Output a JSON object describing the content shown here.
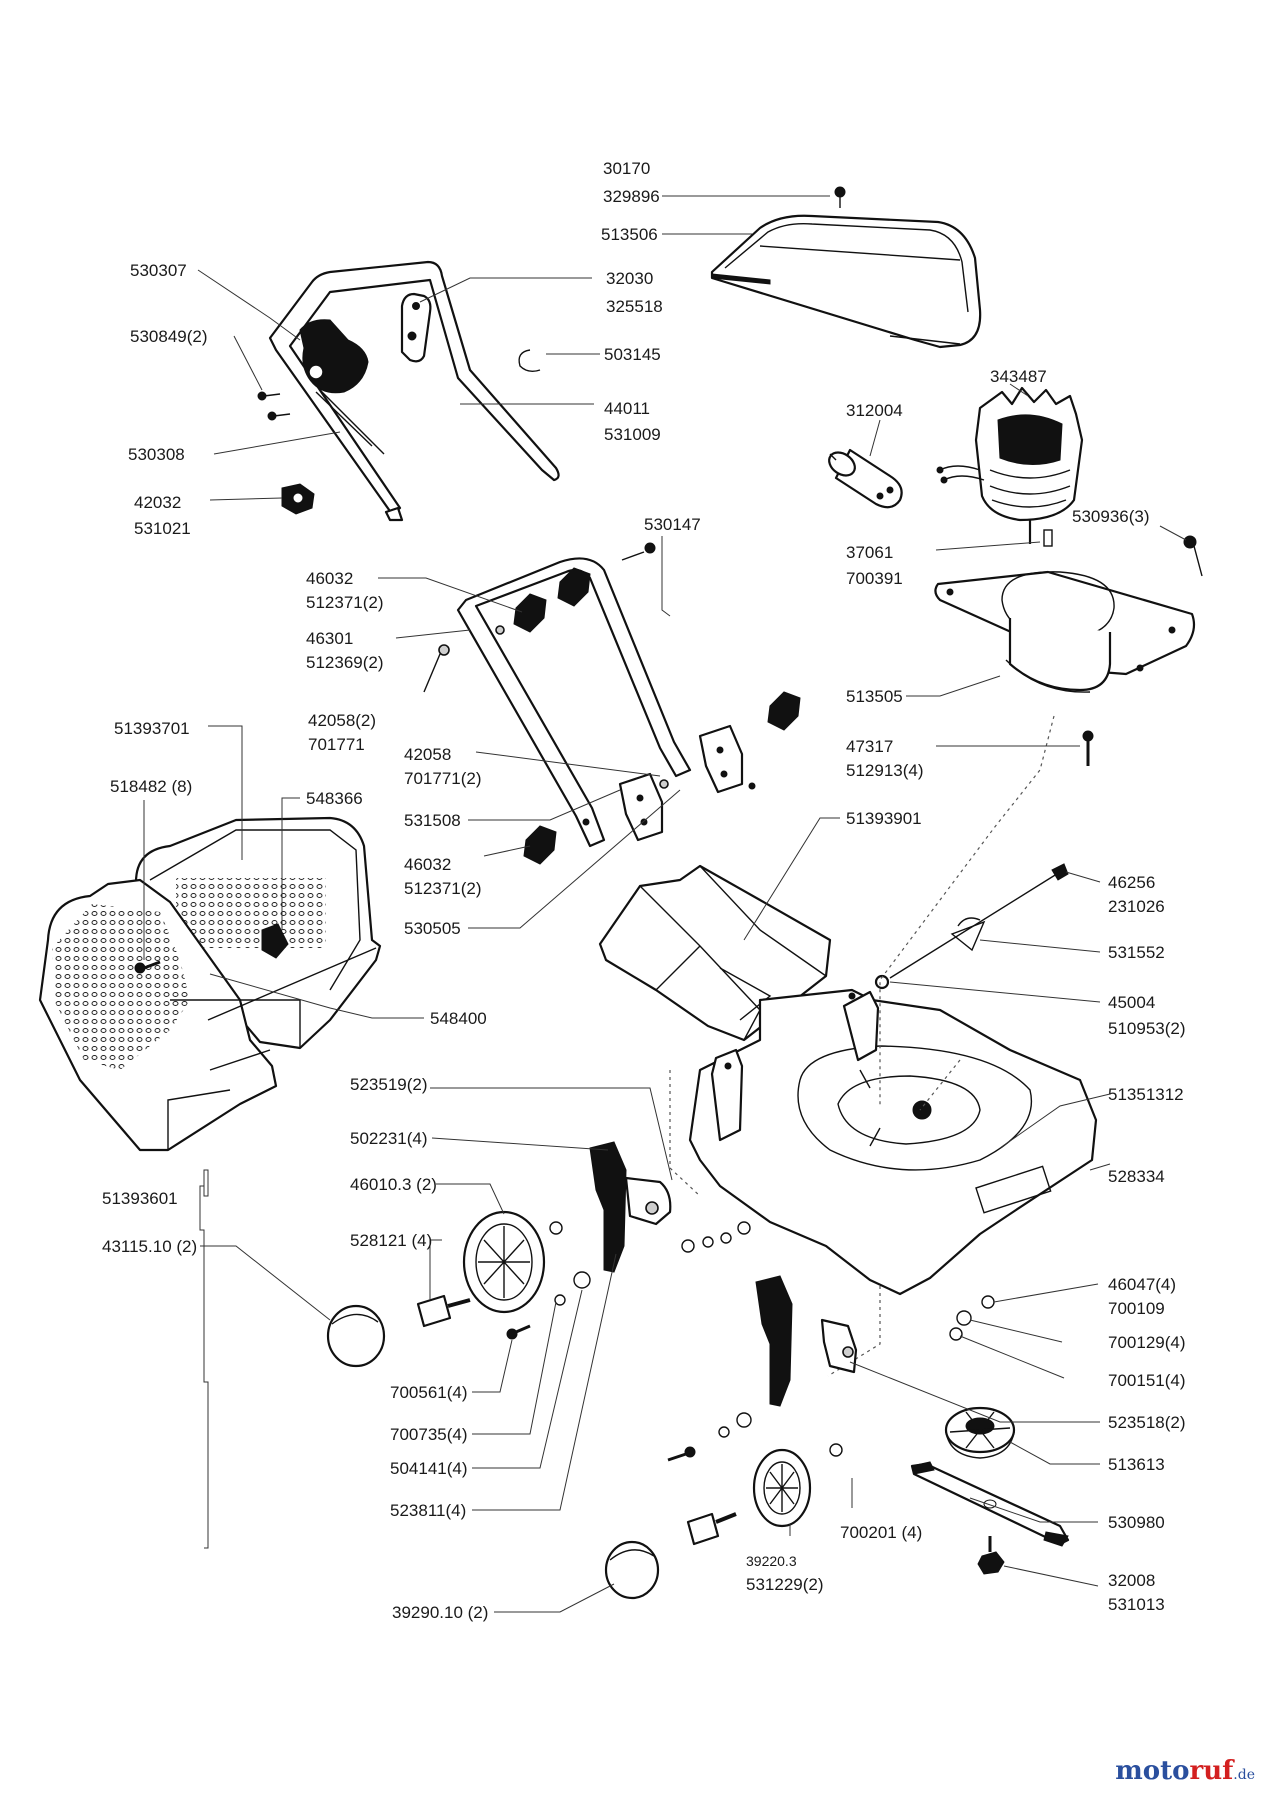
{
  "brand": {
    "name_part1": "moto",
    "name_part2": "ruf",
    "tld": ".de"
  },
  "labels": [
    {
      "id": "l1",
      "text": "30170"
    },
    {
      "id": "l2",
      "text": "329896"
    },
    {
      "id": "l3",
      "text": "513506"
    },
    {
      "id": "l4",
      "text": "530307"
    },
    {
      "id": "l5",
      "text": "32030"
    },
    {
      "id": "l6",
      "text": "325518"
    },
    {
      "id": "l7",
      "text": "530849(2)"
    },
    {
      "id": "l8",
      "text": "503145"
    },
    {
      "id": "l9",
      "text": "343487"
    },
    {
      "id": "l10",
      "text": "312004"
    },
    {
      "id": "l11",
      "text": "44011"
    },
    {
      "id": "l12",
      "text": "531009"
    },
    {
      "id": "l13",
      "text": "530308"
    },
    {
      "id": "l14",
      "text": "42032"
    },
    {
      "id": "l15",
      "text": "531021"
    },
    {
      "id": "l16",
      "text": "530147"
    },
    {
      "id": "l17",
      "text": "530936(3)"
    },
    {
      "id": "l18",
      "text": "37061"
    },
    {
      "id": "l19",
      "text": "700391"
    },
    {
      "id": "l20",
      "text": "46032"
    },
    {
      "id": "l21",
      "text": "512371(2)"
    },
    {
      "id": "l22",
      "text": "46301"
    },
    {
      "id": "l23",
      "text": "512369(2)"
    },
    {
      "id": "l24",
      "text": "42058(2)"
    },
    {
      "id": "l25",
      "text": "701771"
    },
    {
      "id": "l26",
      "text": "513505"
    },
    {
      "id": "l27",
      "text": "51393701"
    },
    {
      "id": "l28",
      "text": "47317"
    },
    {
      "id": "l29",
      "text": "512913(4)"
    },
    {
      "id": "l30",
      "text": "42058"
    },
    {
      "id": "l31",
      "text": "701771(2)"
    },
    {
      "id": "l32",
      "text": "518482 (8)"
    },
    {
      "id": "l33",
      "text": "548366"
    },
    {
      "id": "l34",
      "text": "531508"
    },
    {
      "id": "l35",
      "text": "51393901"
    },
    {
      "id": "l36",
      "text": "46032"
    },
    {
      "id": "l37",
      "text": "512371(2)"
    },
    {
      "id": "l38",
      "text": "46256"
    },
    {
      "id": "l39",
      "text": "231026"
    },
    {
      "id": "l40",
      "text": "530505"
    },
    {
      "id": "l41",
      "text": "531552"
    },
    {
      "id": "l42",
      "text": "548400"
    },
    {
      "id": "l43",
      "text": "45004"
    },
    {
      "id": "l44",
      "text": "510953(2)"
    },
    {
      "id": "l45",
      "text": "523519(2)"
    },
    {
      "id": "l46",
      "text": "51351312"
    },
    {
      "id": "l47",
      "text": "502231(4)"
    },
    {
      "id": "l48",
      "text": "46010.3 (2)"
    },
    {
      "id": "l49",
      "text": "528334"
    },
    {
      "id": "l50",
      "text": "51393601"
    },
    {
      "id": "l51",
      "text": "528121 (4)"
    },
    {
      "id": "l52",
      "text": "43115.10 (2)"
    },
    {
      "id": "l53",
      "text": "46047(4)"
    },
    {
      "id": "l54",
      "text": "700109"
    },
    {
      "id": "l55",
      "text": "700129(4)"
    },
    {
      "id": "l56",
      "text": "700151(4)"
    },
    {
      "id": "l57",
      "text": "700561(4)"
    },
    {
      "id": "l58",
      "text": "523518(2)"
    },
    {
      "id": "l59",
      "text": "700735(4)"
    },
    {
      "id": "l60",
      "text": "513613"
    },
    {
      "id": "l61",
      "text": "504141(4)"
    },
    {
      "id": "l62",
      "text": "530980"
    },
    {
      "id": "l63",
      "text": "523811(4)"
    },
    {
      "id": "l64",
      "text": "700201 (4)"
    },
    {
      "id": "l65",
      "text": "39220.3"
    },
    {
      "id": "l66",
      "text": "531229(2)"
    },
    {
      "id": "l67",
      "text": "32008"
    },
    {
      "id": "l68",
      "text": "531013"
    },
    {
      "id": "l69",
      "text": "39290.10 (2)"
    }
  ]
}
